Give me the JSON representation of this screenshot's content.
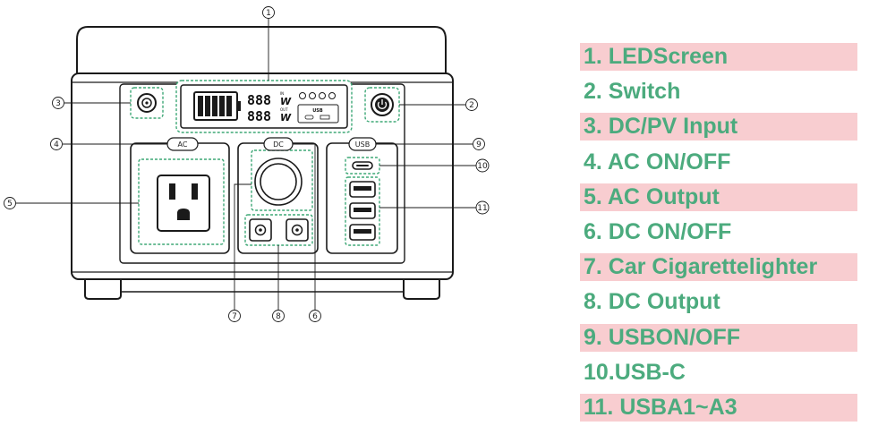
{
  "callouts": [
    "1",
    "2",
    "3",
    "4",
    "5",
    "6",
    "7",
    "8",
    "9",
    "10",
    "11"
  ],
  "device": {
    "ac_button": "AC",
    "dc_button": "DC",
    "usb_button": "USB",
    "screen_in_digits": "888",
    "screen_out_digits": "888",
    "screen_in_label": "IN",
    "screen_out_label": "OUT",
    "screen_unit": "W",
    "screen_usb_label": "USB"
  },
  "legend": {
    "items": [
      {
        "text": "1. LEDScreen",
        "highlight": true
      },
      {
        "text": "2. Switch",
        "highlight": false
      },
      {
        "text": "3. DC/PV Input",
        "highlight": true
      },
      {
        "text": "4. AC ON/OFF",
        "highlight": false
      },
      {
        "text": "5. AC Output",
        "highlight": true
      },
      {
        "text": "6. DC ON/OFF",
        "highlight": false
      },
      {
        "text": "7. Car Cigarettelighter",
        "highlight": true
      },
      {
        "text": "8. DC Output",
        "highlight": false
      },
      {
        "text": "9. USBON/OFF",
        "highlight": true
      },
      {
        "text": "10.USB-C",
        "highlight": false
      },
      {
        "text": "11. USBA1~A3",
        "highlight": true
      }
    ]
  },
  "colors": {
    "accent_green": "#4cab7e",
    "highlight_pink": "#f8cdd0",
    "callout_ring": "#3fa877"
  }
}
